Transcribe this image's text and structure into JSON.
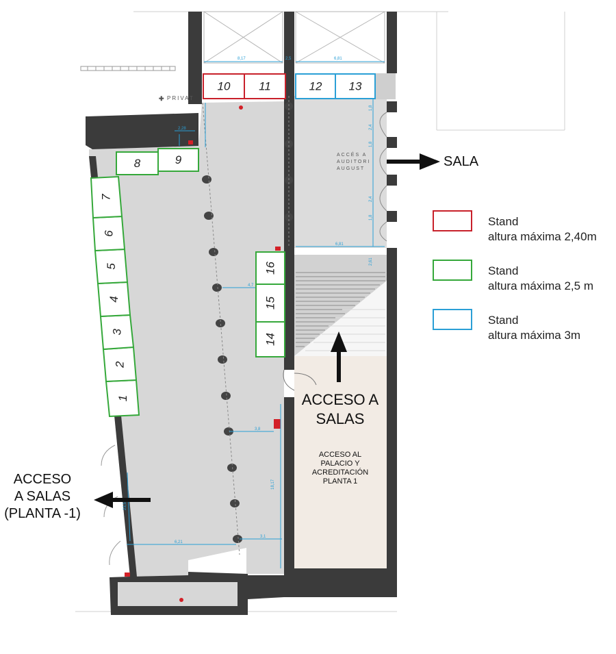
{
  "colors": {
    "wall": "#3b3b3b",
    "floor": "#d7d7d7",
    "lobby": "#f2ebe4",
    "stand_red": "#c8202a",
    "stand_green": "#35a83a",
    "stand_blue": "#2a9fd6",
    "dimension": "#2a9fd6",
    "arrow": "#111111"
  },
  "stands": [
    {
      "id": "1",
      "label": "1",
      "type": "green"
    },
    {
      "id": "2",
      "label": "2",
      "type": "green"
    },
    {
      "id": "3",
      "label": "3",
      "type": "green"
    },
    {
      "id": "4",
      "label": "4",
      "type": "green"
    },
    {
      "id": "5",
      "label": "5",
      "type": "green"
    },
    {
      "id": "6",
      "label": "6",
      "type": "green"
    },
    {
      "id": "7",
      "label": "7",
      "type": "green"
    },
    {
      "id": "8",
      "label": "8",
      "type": "green"
    },
    {
      "id": "9",
      "label": "9",
      "type": "green"
    },
    {
      "id": "10",
      "label": "10",
      "type": "red"
    },
    {
      "id": "11",
      "label": "11",
      "type": "red"
    },
    {
      "id": "12",
      "label": "12",
      "type": "blue"
    },
    {
      "id": "13",
      "label": "13",
      "type": "blue"
    },
    {
      "id": "14",
      "label": "14",
      "type": "green"
    },
    {
      "id": "15",
      "label": "15",
      "type": "green"
    },
    {
      "id": "16",
      "label": "16",
      "type": "green"
    }
  ],
  "legend": [
    {
      "color": "red",
      "line1": "Stand",
      "line2": "altura máxima 2,40m"
    },
    {
      "color": "green",
      "line1": "Stand",
      "line2": "altura máxima 2,5 m"
    },
    {
      "color": "blue",
      "line1": "Stand",
      "line2": "altura máxima 3m"
    }
  ],
  "labels": {
    "sala": "SALA",
    "acceso_salas_center": [
      "ACCESO A",
      "SALAS"
    ],
    "acceso_palacio": [
      "ACCESO AL",
      "PALACIO Y",
      "ACREDITACIÓN",
      "PLANTA 1"
    ],
    "acceso_salas_left": [
      "ACCESO",
      "A SALAS",
      "(PLANTA -1)"
    ],
    "privat": "PRIVAT",
    "acces_auditori": [
      "ACCÉS A",
      "AUDITORI",
      "AUGUST"
    ]
  },
  "dimensions": {
    "top_left": "8,17",
    "top_mid": "2,5",
    "top_right": "6,81",
    "small_left": "2,28",
    "mid_right": "6,81",
    "left_stands_gap": "4,7",
    "lower_gap": "3,8",
    "bottom_left": "6,21",
    "bottom_right": "3,1",
    "vertical_long": "18,17",
    "vertical_left": "23,5",
    "right_segments": [
      "1,8",
      "2,4",
      "1,8",
      "2,4",
      "1,8",
      "2,61"
    ]
  }
}
